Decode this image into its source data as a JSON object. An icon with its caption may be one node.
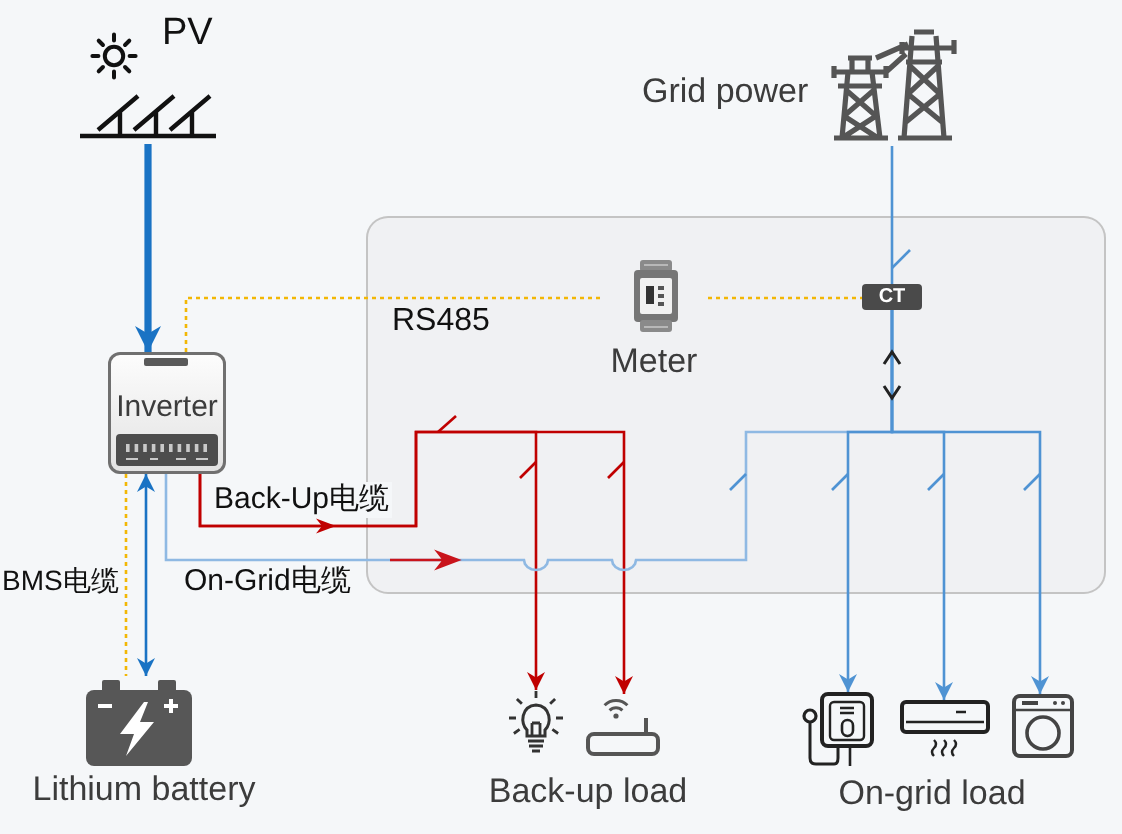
{
  "diagram": {
    "nodes": [
      {
        "text": [
          "PV"
        ]
      },
      {
        "text": [
          "Grid power"
        ]
      },
      {
        "text": [],
        "shape": "box"
      },
      {
        "text": [
          "Meter"
        ],
        "in": 2
      },
      {
        "text": [
          "CT"
        ],
        "in": 2
      },
      {
        "text": [
          "Inverter"
        ]
      },
      {
        "text": [
          "Lithium battery"
        ]
      },
      {
        "text": [],
        "shape": "picture"
      },
      {
        "text": [],
        "shape": "picture"
      },
      {
        "text": [],
        "shape": "picture"
      },
      {
        "text": [],
        "shape": "picture"
      },
      {
        "text": [],
        "shape": "picture"
      }
    ],
    "edges": [
      {
        "from": 0,
        "to": 5,
        "arrow": "to",
        "style": "thick",
        "color": "#1a73c4"
      },
      {
        "from": 5,
        "to": 3,
        "arrow": "none",
        "label": "RS485",
        "style": "dashed",
        "color": "#f2b705"
      },
      {
        "from": 3,
        "to": 4,
        "arrow": "none",
        "style": "dashed",
        "color": "#f2b705"
      },
      {
        "from": 1,
        "to": 4,
        "arrow": "none"
      },
      {
        "from": 5,
        "to": 6,
        "arrow": "both",
        "color": "#1a73c4"
      },
      {
        "from": 5,
        "to": 6,
        "arrow": "none",
        "label": "BMS电缆",
        "style": "dashed",
        "color": "#f2b705"
      },
      {
        "from": 5,
        "to": 7,
        "arrow": "to",
        "label": "Back-Up电缆",
        "color": "#c00000"
      },
      {
        "from": 5,
        "to": 8,
        "arrow": "to",
        "color": "#c00000"
      },
      {
        "from": 5,
        "to": 4,
        "arrow": "to",
        "label": "On-Grid电缆",
        "color": "#8fb9e3"
      },
      {
        "from": 4,
        "to": 9,
        "arrow": "to"
      },
      {
        "from": 4,
        "to": 10,
        "arrow": "to"
      },
      {
        "from": 4,
        "to": 11,
        "arrow": "to"
      }
    ],
    "labels": [
      "Back-up load",
      "On-grid load"
    ]
  }
}
